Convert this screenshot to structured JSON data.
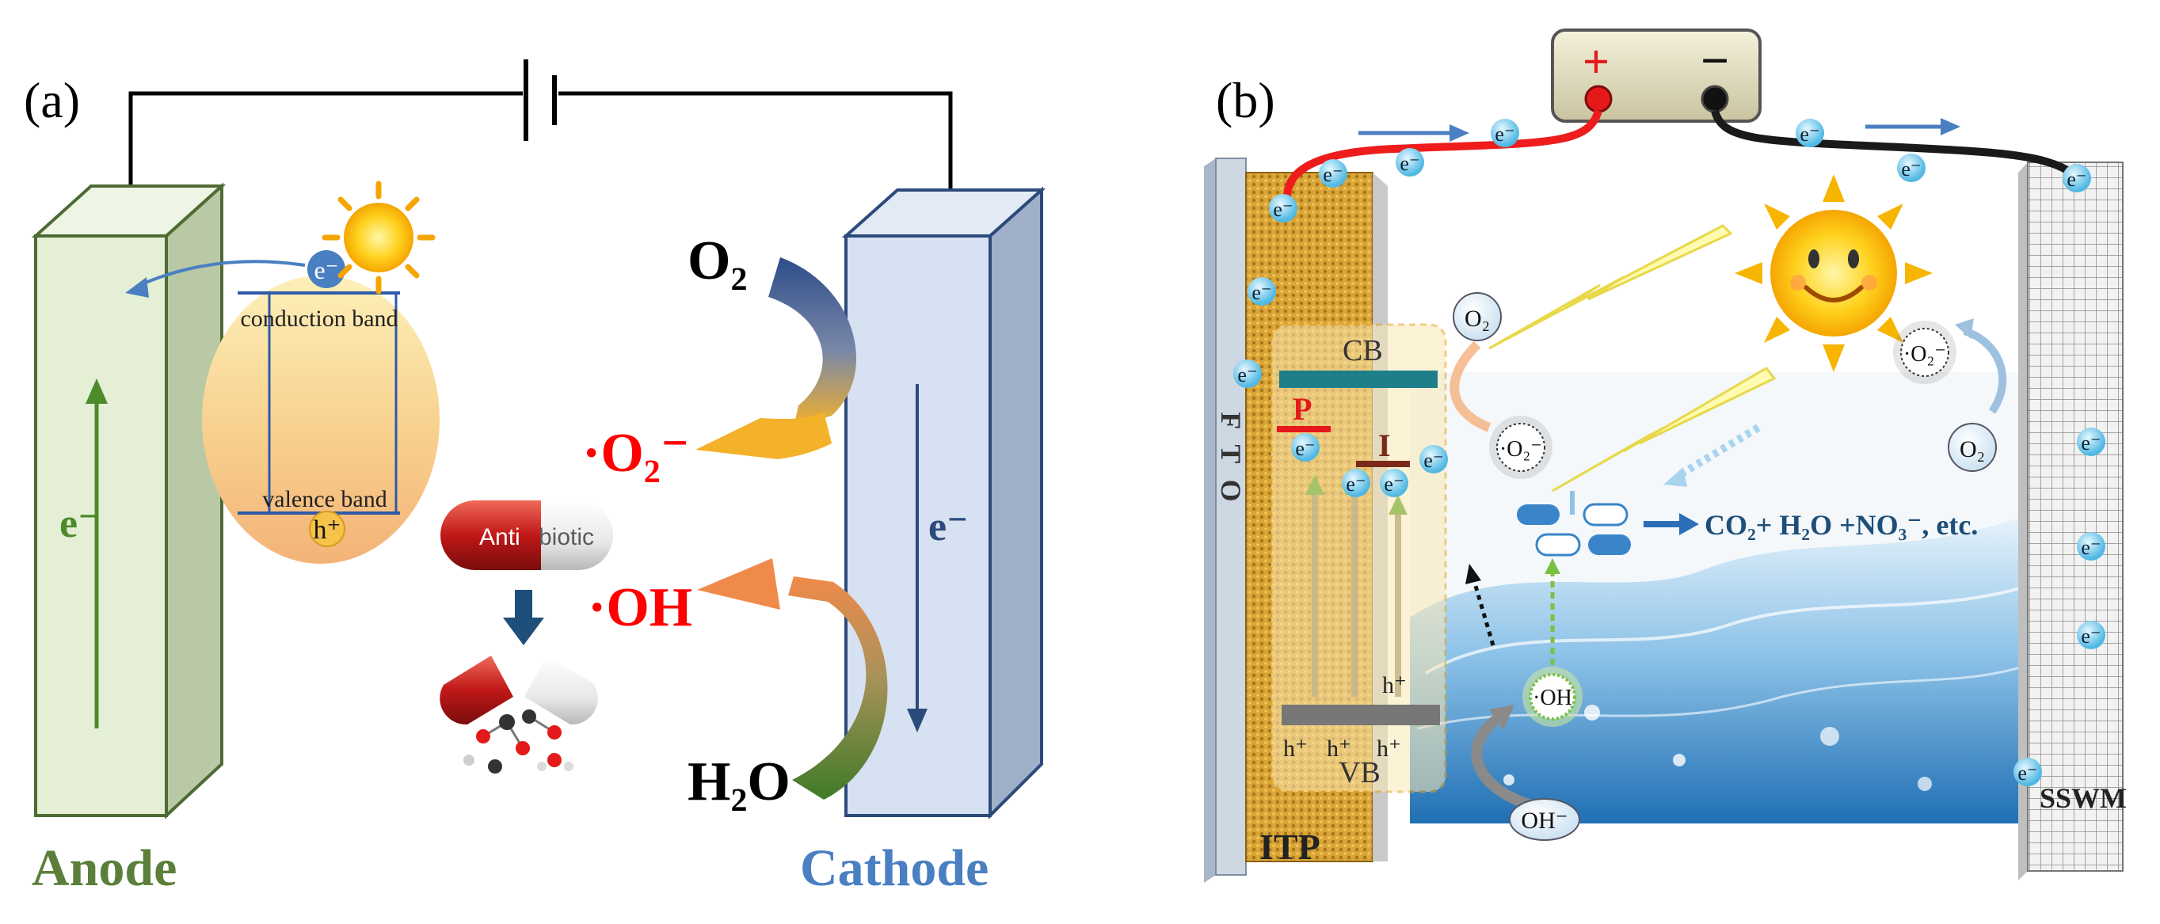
{
  "panel_a": {
    "panel_label": "(a)",
    "sun_electron": "e⁻",
    "conduction_band": "conduction band",
    "valence_band": "valence band",
    "hole": "h⁺",
    "anode_electron": "e⁻",
    "anode_label": "Anode",
    "cathode_electron": "e⁻",
    "cathode_label": "Cathode",
    "o2": "O₂",
    "superoxide": "·O₂⁻",
    "hydroxyl": "·OH",
    "h2o": "H₂O",
    "capsule_text_1": "Anti",
    "capsule_text_2": "biotic",
    "colors": {
      "anode": "#e4efd6",
      "cathode": "#d6e1f2",
      "anode_label": "#5b7f3a",
      "cathode_label": "#4a7fc1",
      "radical": "#ff0000"
    }
  },
  "panel_b": {
    "panel_label": "(b)",
    "plus": "+",
    "minus": "−",
    "electron": "e⁻",
    "fto": "F T O",
    "itp": "ITP",
    "cb": "CB",
    "vb": "VB",
    "p_label": "P",
    "i_label": "I",
    "hole": "h⁺",
    "o2": "O₂",
    "superoxide": "·O₂⁻",
    "hydroxyl": "·OH",
    "hydroxide": "OH⁻",
    "products": "CO₂+ H₂O +NO₃⁻, etc.",
    "sswm": "SSWM",
    "colors": {
      "itp": "#d9a536",
      "water": "#3a8fd0",
      "battery": "#e6e2c4",
      "wire_pos": "#ee1c1c",
      "wire_neg": "#1a1a1a"
    }
  }
}
